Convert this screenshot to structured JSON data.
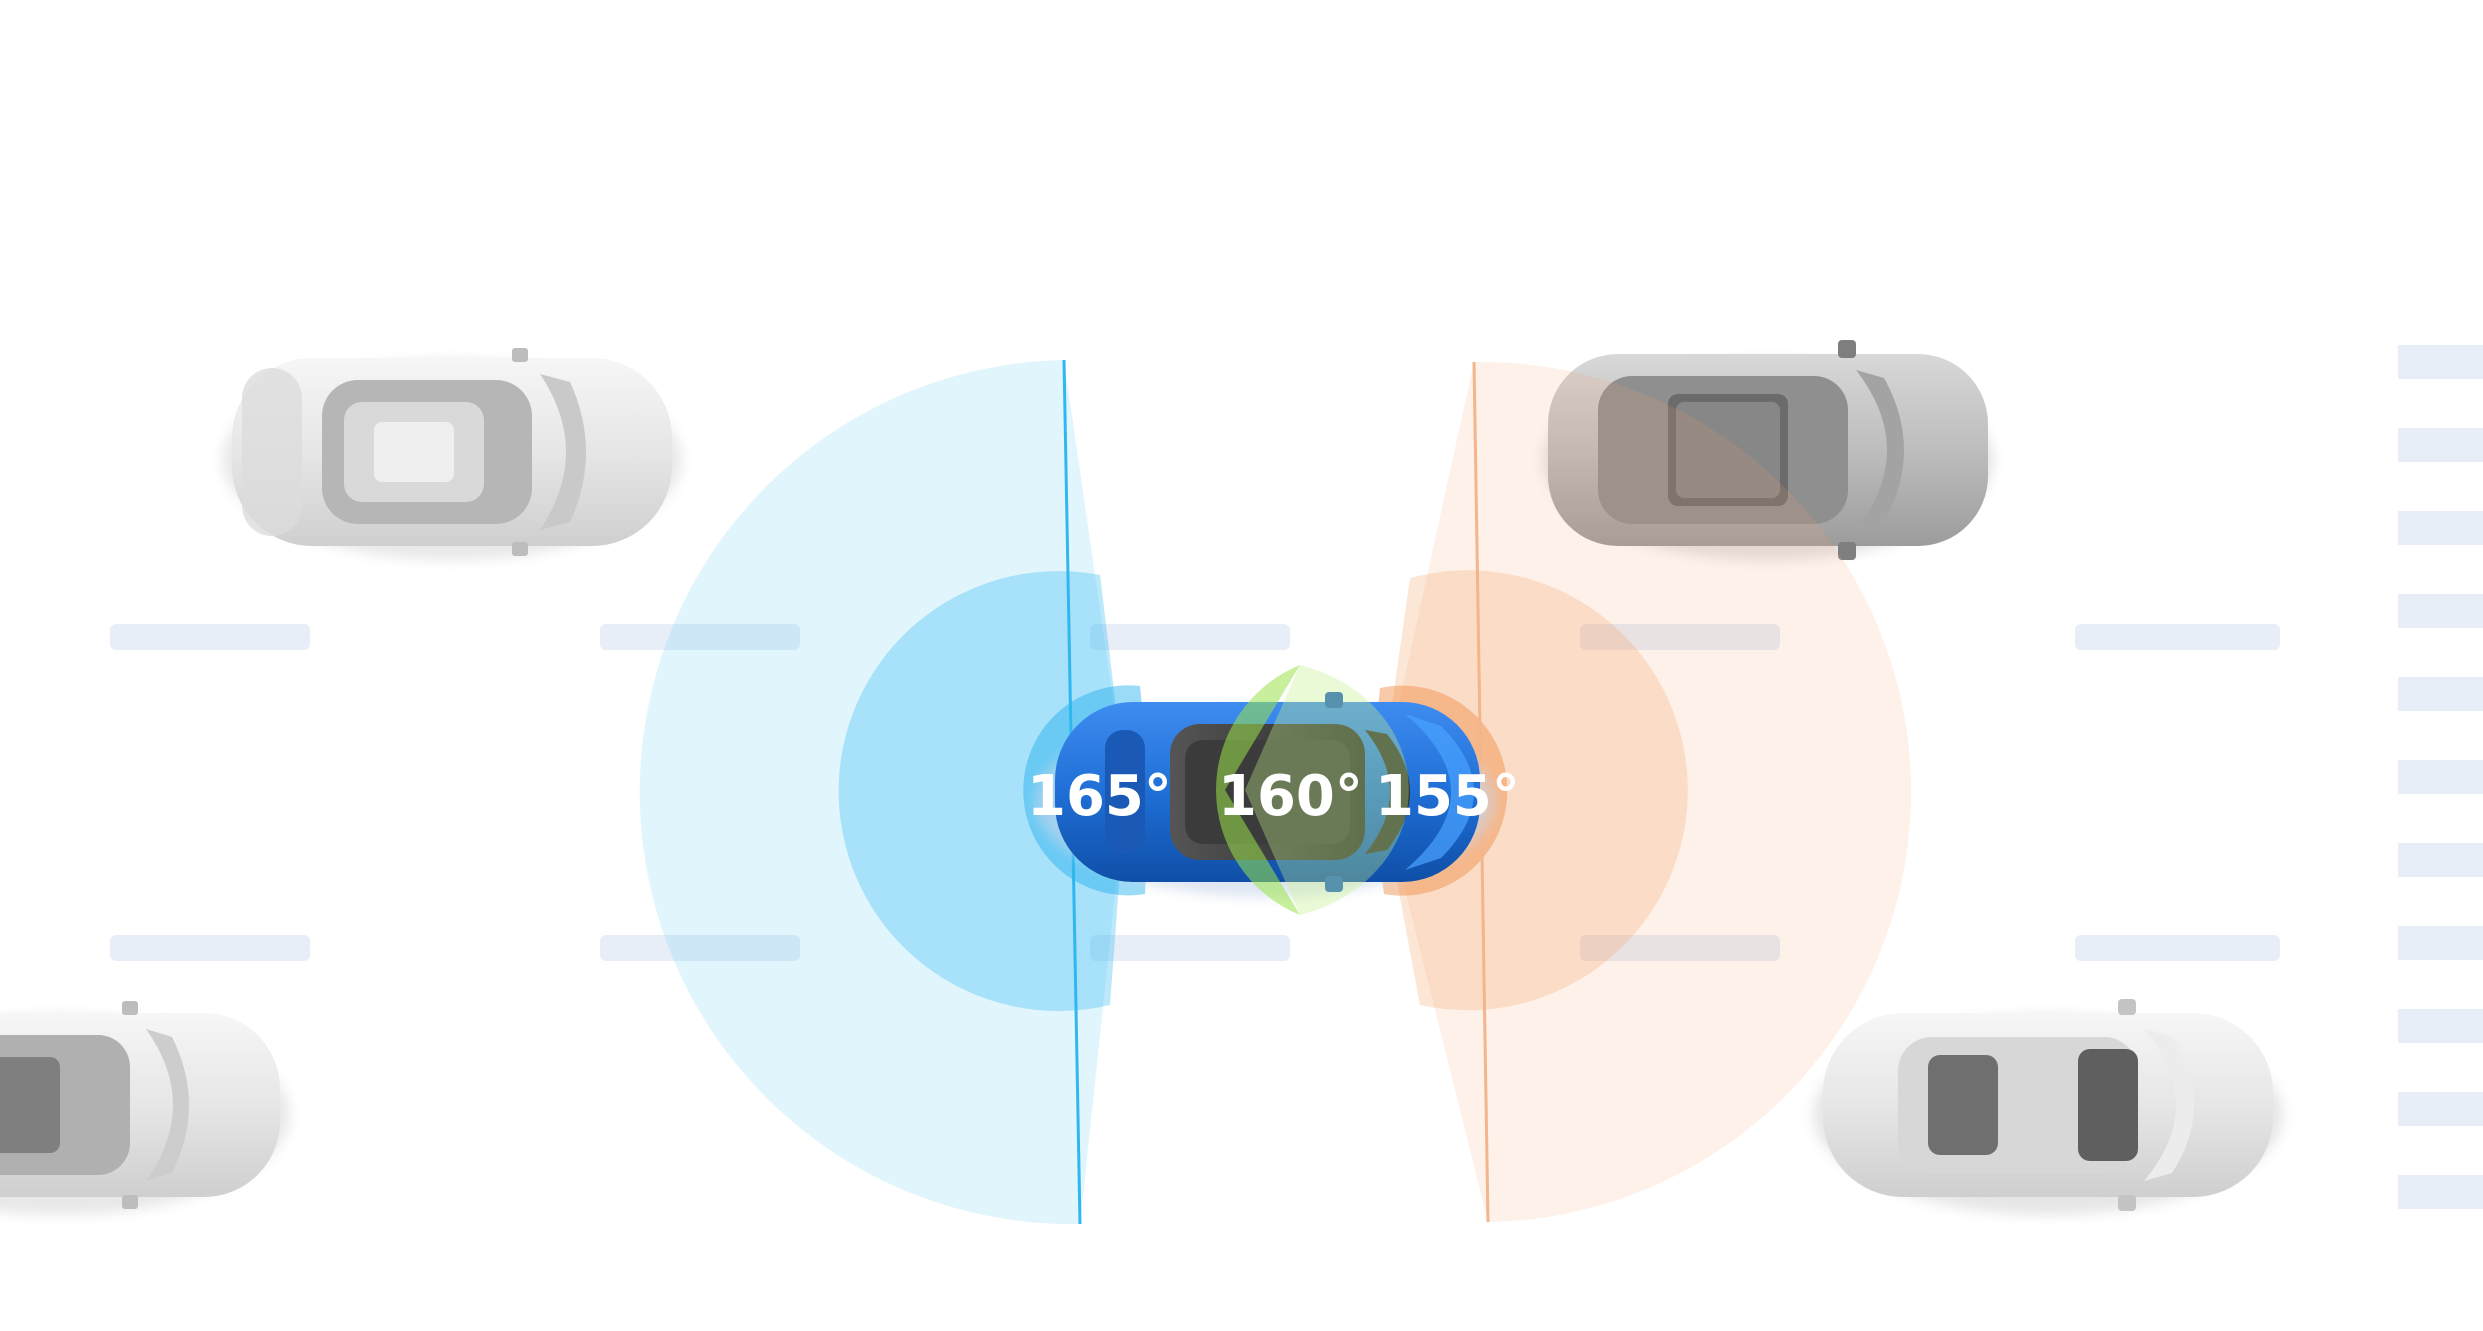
{
  "diagram": {
    "colors": {
      "background": "#ffffff",
      "lane_marking": "#e7eef8",
      "rear_zone": "#5ac8f5",
      "rear_edge": "#2fb7ef",
      "front_zone": "#f6a46a",
      "front_edge": "#f2b58c",
      "interior_zone": "#9be34a",
      "ego_car": "#1f6fd6",
      "other_car_light": "#e9e9e9",
      "other_car_dark": "#a9a9a9"
    },
    "labels": {
      "rear_angle": "165°",
      "interior_angle": "160°",
      "front_angle": "155°"
    },
    "icons": {
      "ego_car": "car-topdown-blue-icon",
      "other_cars": "car-topdown-gray-icon"
    }
  }
}
